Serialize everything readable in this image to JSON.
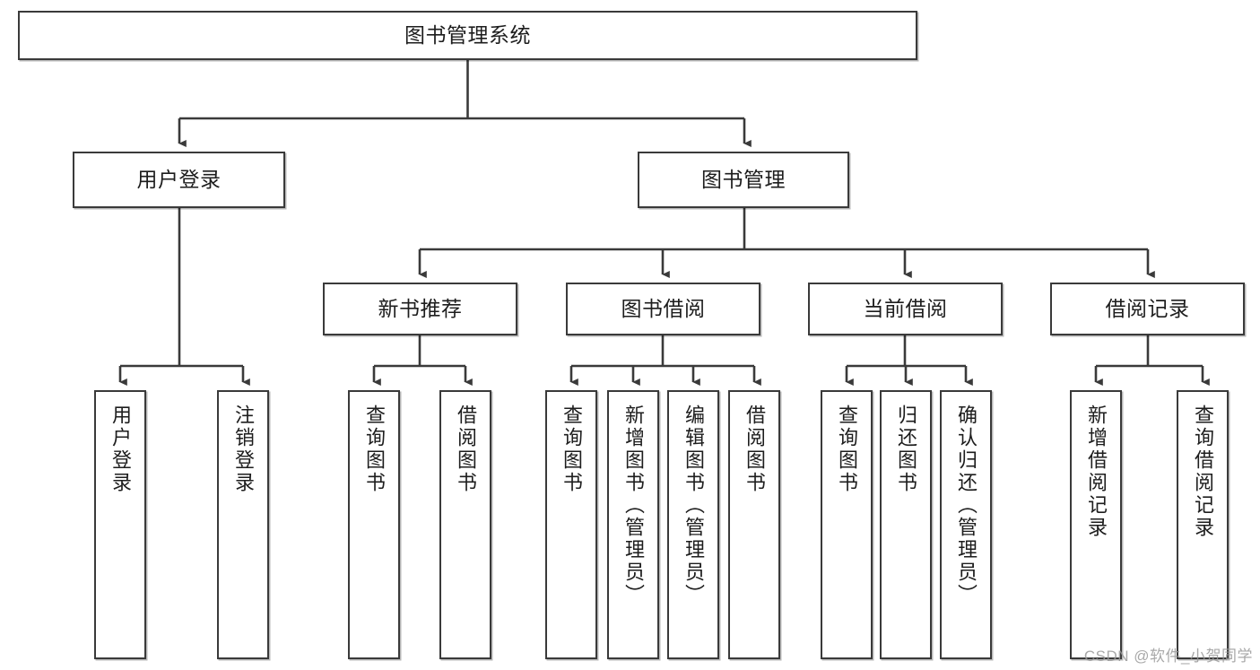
{
  "diagram": {
    "title": "图书管理系统",
    "type": "tree-hierarchy",
    "watermark": "CSDN @软件_小贺同学",
    "colors": {
      "stroke": "#3a3a3a",
      "fill": "#ffffff",
      "text": "#1d1d1d",
      "watermark": "#9a9a9a"
    }
  },
  "nodes": {
    "root": {
      "label": "图书管理系统"
    },
    "level2": [
      {
        "id": "user-login",
        "label": "用户登录"
      },
      {
        "id": "book-manage",
        "label": "图书管理"
      }
    ],
    "level3": [
      {
        "id": "new-book-recommend",
        "label": "新书推荐"
      },
      {
        "id": "book-borrow",
        "label": "图书借阅"
      },
      {
        "id": "current-borrow",
        "label": "当前借阅"
      },
      {
        "id": "borrow-record",
        "label": "借阅记录"
      }
    ],
    "leaves": {
      "user-login": [
        {
          "id": "leaf-user-login",
          "label": "用户登录"
        },
        {
          "id": "leaf-user-logout",
          "label": "注销登录"
        }
      ],
      "new-book-recommend": [
        {
          "id": "leaf-query-book-1",
          "label": "查询图书"
        },
        {
          "id": "leaf-borrow-book-1",
          "label": "借阅图书"
        }
      ],
      "book-borrow": [
        {
          "id": "leaf-query-book-2",
          "label": "查询图书"
        },
        {
          "id": "leaf-add-book",
          "label": "新增图书（管理员）"
        },
        {
          "id": "leaf-edit-book",
          "label": "编辑图书（管理员）"
        },
        {
          "id": "leaf-borrow-book-2",
          "label": "借阅图书"
        }
      ],
      "current-borrow": [
        {
          "id": "leaf-query-book-3",
          "label": "查询图书"
        },
        {
          "id": "leaf-return-book",
          "label": "归还图书"
        },
        {
          "id": "leaf-confirm-return",
          "label": "确认归还（管理员）"
        }
      ],
      "borrow-record": [
        {
          "id": "leaf-add-record",
          "label": "新增借阅记录"
        },
        {
          "id": "leaf-query-record",
          "label": "查询借阅记录"
        }
      ]
    }
  }
}
